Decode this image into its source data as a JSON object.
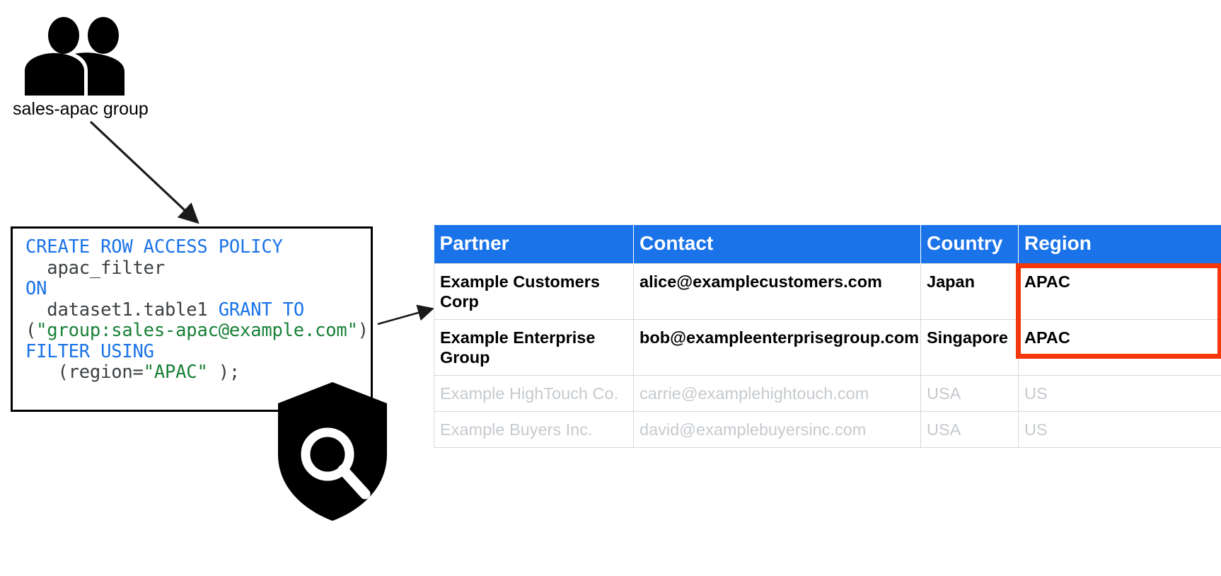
{
  "diagram": {
    "group": {
      "icon": "people-group-icon",
      "label": "sales-apac group"
    },
    "shield": {
      "icon": "shield-search-icon"
    },
    "arrows": [
      {
        "name": "arrow-group-to-code"
      },
      {
        "name": "arrow-code-to-table"
      }
    ]
  },
  "code": {
    "language": "sql",
    "lines": [
      [
        {
          "t": "CREATE ROW ACCESS POLICY",
          "c": "kw"
        }
      ],
      [
        {
          "t": "  apac_filter",
          "c": "pl"
        }
      ],
      [
        {
          "t": "ON",
          "c": "kw"
        }
      ],
      [
        {
          "t": "  dataset1.table1 ",
          "c": "pl"
        },
        {
          "t": "GRANT TO",
          "c": "kw"
        }
      ],
      [
        {
          "t": "(",
          "c": "pl"
        },
        {
          "t": "\"group:sales-apac@example.com\"",
          "c": "str"
        },
        {
          "t": ")",
          "c": "pl"
        }
      ],
      [
        {
          "t": "FILTER USING",
          "c": "kw"
        }
      ],
      [
        {
          "t": "   (region=",
          "c": "pl"
        },
        {
          "t": "\"APAC\"",
          "c": "str"
        },
        {
          "t": " );",
          "c": "pl"
        }
      ]
    ],
    "plain_text": "CREATE ROW ACCESS POLICY\n  apac_filter\nON\n  dataset1.table1 GRANT TO\n(\"group:sales-apac@example.com\")\nFILTER USING\n   (region=\"APAC\" );"
  },
  "table": {
    "headers": [
      "Partner",
      "Contact",
      "Country",
      "Region"
    ],
    "rows": [
      {
        "state": "visible",
        "cells": [
          "Example Customers Corp",
          "alice@examplecustomers.com",
          "Japan",
          "APAC"
        ]
      },
      {
        "state": "visible",
        "cells": [
          "Example Enterprise Group",
          "bob@exampleenterprisegroup.com",
          "Singapore",
          "APAC"
        ]
      },
      {
        "state": "filtered-out",
        "cells": [
          "Example HighTouch Co.",
          "carrie@examplehightouch.com",
          "USA",
          "US"
        ]
      },
      {
        "state": "filtered-out",
        "cells": [
          "Example Buyers Inc.",
          "david@examplebuyersinc.com",
          "USA",
          "US"
        ]
      }
    ],
    "highlight": {
      "name": "region-apac-highlight",
      "color": "#f4380b",
      "covers": "Region column rows 1-2"
    }
  },
  "colors": {
    "header_blue": "#1a73e8",
    "keyword_blue": "#1a73e8",
    "string_green": "#188038",
    "code_text": "#3c4043",
    "muted_row": "#c6cace",
    "highlight_red": "#f4380b",
    "grid_line": "#d8d8d8",
    "icon_black": "#000000"
  }
}
